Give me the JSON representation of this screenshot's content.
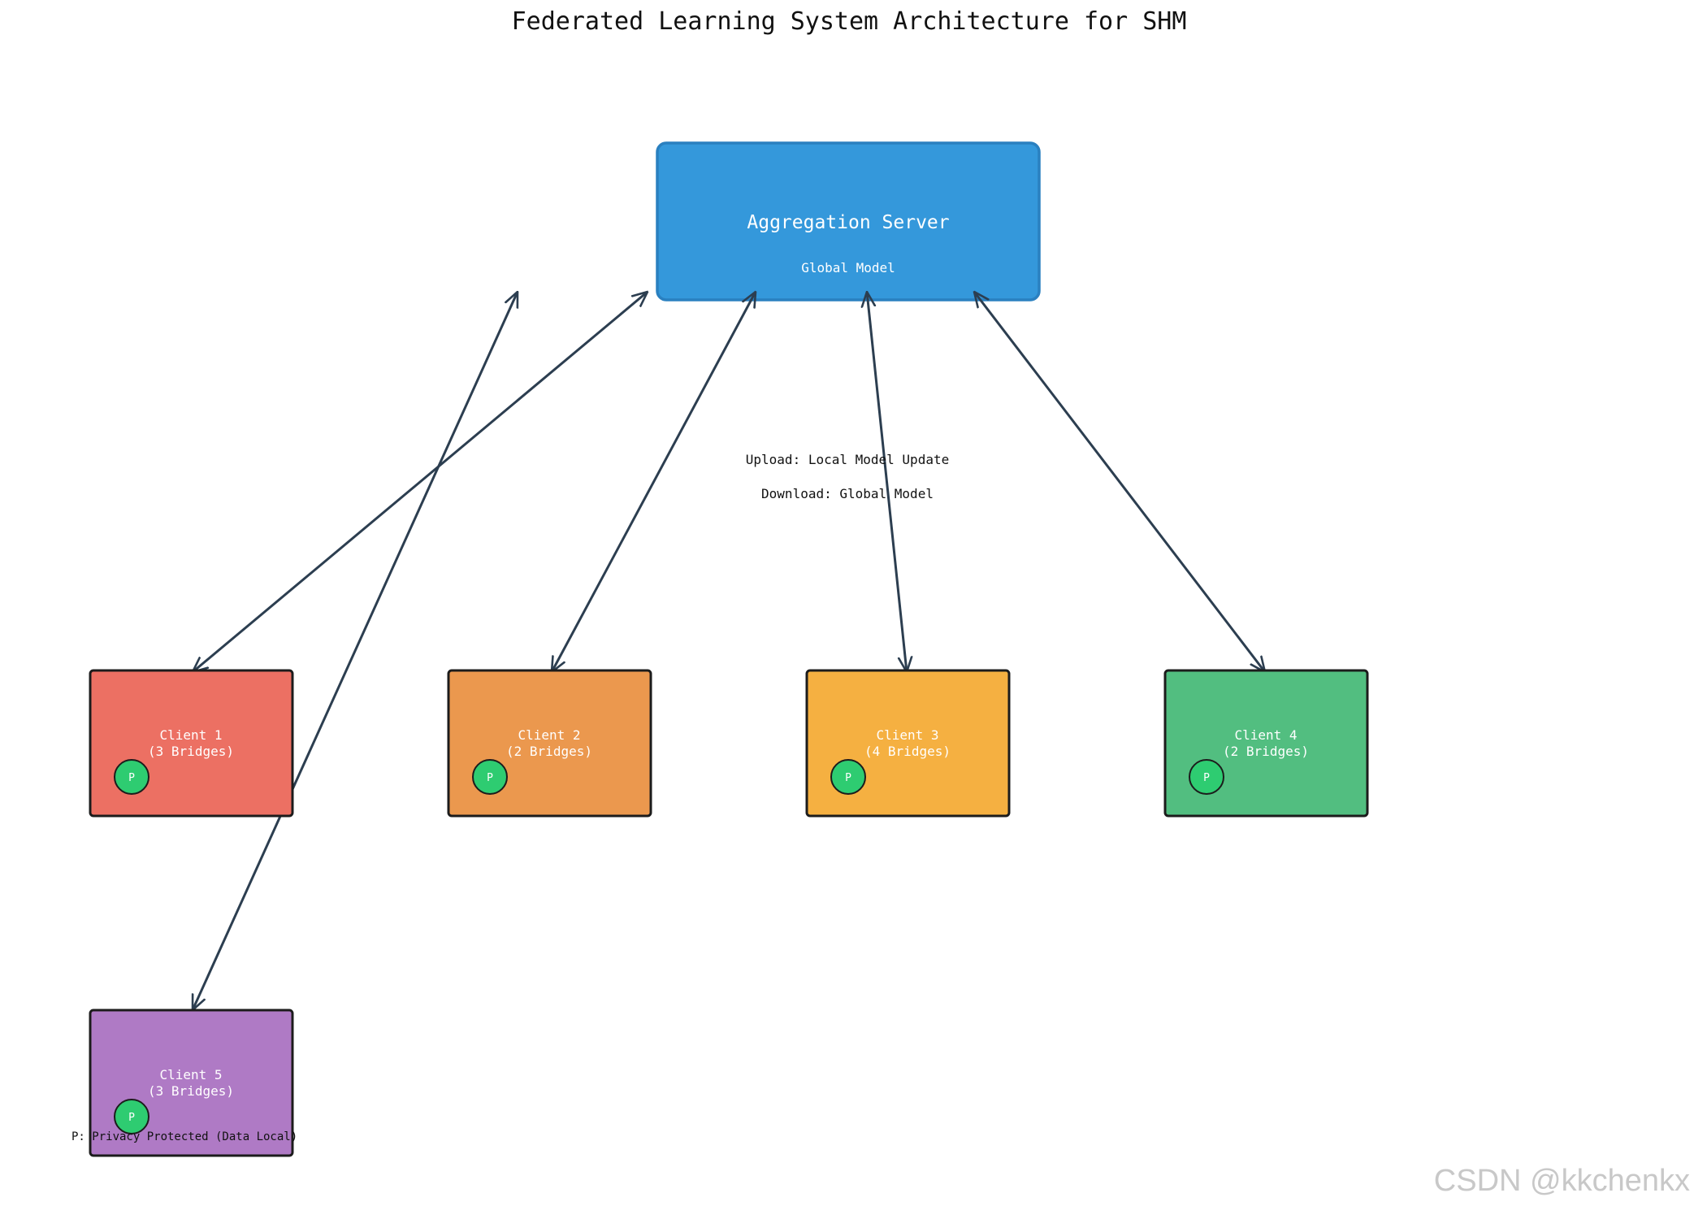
{
  "title": "Federated Learning System Architecture for SHM",
  "server": {
    "title": "Aggregation Server",
    "subtitle": "Global Model",
    "color": "#3498db",
    "border": "#2a80c0"
  },
  "clients": [
    {
      "name": "Client 1",
      "bridges": "(3 Bridges)",
      "color": "#ec7063"
    },
    {
      "name": "Client 2",
      "bridges": "(2 Bridges)",
      "color": "#eb984e"
    },
    {
      "name": "Client 3",
      "bridges": "(4 Bridges)",
      "color": "#f5b041"
    },
    {
      "name": "Client 4",
      "bridges": "(2 Bridges)",
      "color": "#52be80"
    },
    {
      "name": "Client 5",
      "bridges": "(3 Bridges)",
      "color": "#af7ac5"
    }
  ],
  "badge": {
    "label": "P",
    "color": "#2ecc71"
  },
  "notes": {
    "upload": "Upload: Local Model Update",
    "download": "Download: Global Model"
  },
  "legend": "P: Privacy Protected (Data Local)",
  "watermark": "CSDN @kkchenkx",
  "edge_color": "#2c3e50"
}
